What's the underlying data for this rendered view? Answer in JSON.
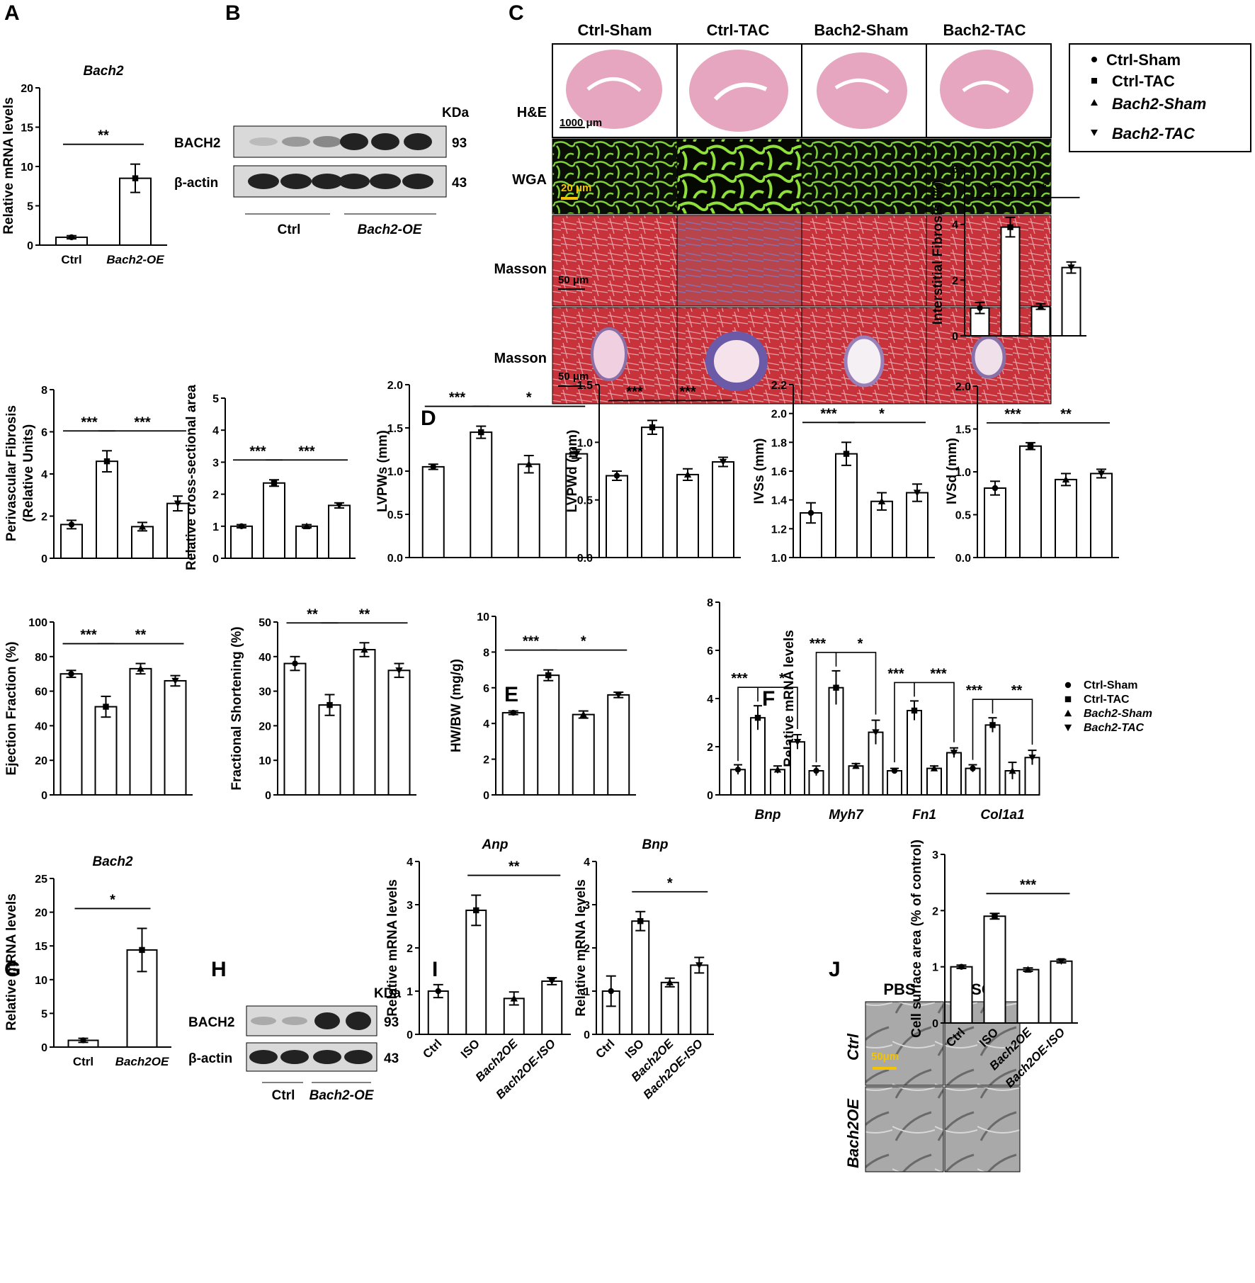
{
  "panels": {
    "A": "A",
    "B": "B",
    "C": "C",
    "D": "D",
    "E": "E",
    "F": "F",
    "G": "G",
    "H": "H",
    "I": "I",
    "J": "J"
  },
  "legend": {
    "items": [
      {
        "marker": "circle",
        "label": "Ctrl-Sham"
      },
      {
        "marker": "square",
        "label": "Ctrl-TAC"
      },
      {
        "marker": "triangle",
        "label": "Bach2-Sham"
      },
      {
        "marker": "triangle-down",
        "label": "Bach2-TAC"
      }
    ]
  },
  "blot_b": {
    "kda": "KDa",
    "rows": [
      "BACH2",
      "β-actin"
    ],
    "sizes": [
      "93",
      "43"
    ],
    "groups": [
      "Ctrl",
      "Bach2-OE"
    ]
  },
  "blot_h": {
    "kda": "KDa",
    "rows": [
      "BACH2",
      "β-actin"
    ],
    "sizes": [
      "93",
      "43"
    ],
    "groups": [
      "Ctrl",
      "Bach2-OE"
    ]
  },
  "histology_c": {
    "columns": [
      "Ctrl-Sham",
      "Ctrl-TAC",
      "Bach2-Sham",
      "Bach2-TAC"
    ],
    "rows": [
      "H&E",
      "WGA",
      "Masson",
      "Masson"
    ],
    "scale_bars": [
      "1000 μm",
      "20 μm",
      "50 μm",
      "50 μm"
    ]
  },
  "micro_j": {
    "columns": [
      "PBS",
      "ISO"
    ],
    "rows": [
      "Ctrl",
      "Bach2OE"
    ],
    "scale_bar": "50μm"
  },
  "chart_data": [
    {
      "id": "A",
      "type": "bar",
      "title": "Bach2",
      "ylabel": "Relative mRNA levels",
      "categories": [
        "Ctrl",
        "Bach2-OE"
      ],
      "ylim": [
        0,
        20
      ],
      "yticks": [
        0,
        5,
        10,
        15,
        20
      ],
      "values": [
        1.0,
        8.5
      ],
      "sem": [
        0.2,
        1.8
      ],
      "sig": [
        {
          "from": 0,
          "to": 1,
          "label": "**"
        }
      ]
    },
    {
      "id": "C-fib",
      "type": "bar",
      "ylabel": "Interstitial Fibrosis (%)",
      "categories": [
        "Ctrl-Sham",
        "Ctrl-TAC",
        "Bach2-Sham",
        "Bach2-TAC"
      ],
      "ylim": [
        0,
        6
      ],
      "yticks": [
        0,
        2,
        4,
        6
      ],
      "values": [
        1.0,
        3.9,
        1.05,
        2.45
      ],
      "sem": [
        0.2,
        0.35,
        0.1,
        0.2
      ],
      "sig": [
        {
          "from": 0,
          "to": 1,
          "label": "***"
        },
        {
          "from": 1,
          "to": 3,
          "label": "**"
        }
      ]
    },
    {
      "id": "peri",
      "type": "bar",
      "ylabel": "Perivascular Fibrosis (Relative Units)",
      "categories": [
        "Ctrl-Sham",
        "Ctrl-TAC",
        "Bach2-Sham",
        "Bach2-TAC"
      ],
      "ylim": [
        0,
        8
      ],
      "yticks": [
        0,
        2,
        4,
        6,
        8
      ],
      "values": [
        1.6,
        4.6,
        1.5,
        2.6
      ],
      "sem": [
        0.2,
        0.5,
        0.2,
        0.35
      ],
      "sig": [
        {
          "from": 0,
          "to": 1,
          "label": "***"
        },
        {
          "from": 1,
          "to": 3,
          "label": "***"
        }
      ]
    },
    {
      "id": "csa",
      "type": "bar",
      "ylabel": "Relative cross-sectional area",
      "categories": [
        "Ctrl-Sham",
        "Ctrl-TAC",
        "Bach2-Sham",
        "Bach2-TAC"
      ],
      "ylim": [
        0,
        5
      ],
      "yticks": [
        0,
        1,
        2,
        3,
        4,
        5
      ],
      "values": [
        1.0,
        2.35,
        1.0,
        1.65
      ],
      "sem": [
        0.05,
        0.1,
        0.05,
        0.08
      ],
      "sig": [
        {
          "from": 0,
          "to": 1,
          "label": "***"
        },
        {
          "from": 1,
          "to": 3,
          "label": "***"
        }
      ]
    },
    {
      "id": "LVPWs",
      "type": "bar",
      "ylabel": "LVPWs (mm)",
      "categories": [
        "Ctrl-Sham",
        "Ctrl-TAC",
        "Bach2-Sham",
        "Bach2-TAC"
      ],
      "ylim": [
        0,
        2
      ],
      "yticks": [
        "0.0",
        "0.5",
        "1.0",
        "1.5",
        "2.0"
      ],
      "values": [
        1.05,
        1.45,
        1.08,
        1.2
      ],
      "sem": [
        0.03,
        0.07,
        0.1,
        0.05
      ],
      "sig": [
        {
          "from": 0,
          "to": 1,
          "label": "***"
        },
        {
          "from": 1,
          "to": 3,
          "label": "*"
        }
      ]
    },
    {
      "id": "LVPWd",
      "type": "bar",
      "ylabel": "LVPWd (mm)",
      "categories": [
        "Ctrl-Sham",
        "Ctrl-TAC",
        "Bach2-Sham",
        "Bach2-TAC"
      ],
      "ylim": [
        0,
        1.5
      ],
      "yticks": [
        "0.0",
        "0.5",
        "1.0",
        "1.5"
      ],
      "values": [
        0.71,
        1.13,
        0.72,
        0.83
      ],
      "sem": [
        0.04,
        0.06,
        0.05,
        0.04
      ],
      "sig": [
        {
          "from": 0,
          "to": 1,
          "label": "***"
        },
        {
          "from": 1,
          "to": 3,
          "label": "***"
        }
      ]
    },
    {
      "id": "IVSs",
      "type": "bar",
      "ylabel": "IVSs (mm)",
      "categories": [
        "Ctrl-Sham",
        "Ctrl-TAC",
        "Bach2-Sham",
        "Bach2-TAC"
      ],
      "ylim": [
        1.0,
        2.2
      ],
      "yticks": [
        "1.0",
        "1.2",
        "1.4",
        "1.6",
        "1.8",
        "2.0",
        "2.2"
      ],
      "values": [
        1.31,
        1.72,
        1.39,
        1.45
      ],
      "sem": [
        0.07,
        0.08,
        0.06,
        0.06
      ],
      "sig": [
        {
          "from": 0,
          "to": 1,
          "label": "***"
        },
        {
          "from": 1,
          "to": 3,
          "label": "*"
        }
      ]
    },
    {
      "id": "IVSd",
      "type": "bar",
      "ylabel": "IVSd (mm)",
      "categories": [
        "Ctrl-Sham",
        "Ctrl-TAC",
        "Bach2-Sham",
        "Bach2-TAC"
      ],
      "ylim": [
        0,
        2
      ],
      "yticks": [
        "0.0",
        "0.5",
        "1.0",
        "1.5",
        "2.0"
      ],
      "values": [
        0.81,
        1.3,
        0.91,
        0.98
      ],
      "sem": [
        0.08,
        0.04,
        0.07,
        0.05
      ],
      "sig": [
        {
          "from": 0,
          "to": 1,
          "label": "***"
        },
        {
          "from": 1,
          "to": 3,
          "label": "**"
        }
      ]
    },
    {
      "id": "EF",
      "type": "bar",
      "ylabel": "Ejection Fraction (%)",
      "categories": [
        "Ctrl-Sham",
        "Ctrl-TAC",
        "Bach2-Sham",
        "Bach2-TAC"
      ],
      "ylim": [
        0,
        100
      ],
      "yticks": [
        0,
        20,
        40,
        60,
        80,
        100
      ],
      "values": [
        70,
        51,
        73,
        66
      ],
      "sem": [
        2,
        6,
        3,
        3
      ],
      "sig": [
        {
          "from": 0,
          "to": 1,
          "label": "***"
        },
        {
          "from": 1,
          "to": 3,
          "label": "**"
        }
      ]
    },
    {
      "id": "FS",
      "type": "bar",
      "ylabel": "Fractional Shortening (%)",
      "categories": [
        "Ctrl-Sham",
        "Ctrl-TAC",
        "Bach2-Sham",
        "Bach2-TAC"
      ],
      "ylim": [
        0,
        50
      ],
      "yticks": [
        0,
        10,
        20,
        30,
        40,
        50
      ],
      "values": [
        38,
        26,
        42,
        36
      ],
      "sem": [
        2,
        3,
        2,
        2
      ],
      "sig": [
        {
          "from": 0,
          "to": 1,
          "label": "**"
        },
        {
          "from": 1,
          "to": 3,
          "label": "**"
        }
      ]
    },
    {
      "id": "E",
      "type": "bar",
      "ylabel": "HW/BW (mg/g)",
      "categories": [
        "Ctrl-Sham",
        "Ctrl-TAC",
        "Bach2-Sham",
        "Bach2-TAC"
      ],
      "ylim": [
        0,
        10
      ],
      "yticks": [
        0,
        2,
        4,
        6,
        8,
        10
      ],
      "values": [
        4.6,
        6.7,
        4.5,
        5.6
      ],
      "sem": [
        0.1,
        0.3,
        0.2,
        0.15
      ],
      "sig": [
        {
          "from": 0,
          "to": 1,
          "label": "***"
        },
        {
          "from": 1,
          "to": 3,
          "label": "*"
        }
      ]
    },
    {
      "id": "F",
      "type": "bar",
      "ylabel": "Relative mRNA levels",
      "groups": [
        "Bnp",
        "Myh7",
        "Fn1",
        "Col1a1"
      ],
      "ylim": [
        0,
        8
      ],
      "yticks": [
        0,
        2,
        4,
        6,
        8
      ],
      "series": [
        {
          "name": "Ctrl-Sham",
          "values": [
            1.05,
            1.0,
            1.0,
            1.1
          ],
          "sem": [
            0.2,
            0.2,
            0.1,
            0.15
          ]
        },
        {
          "name": "Ctrl-TAC",
          "values": [
            3.2,
            4.45,
            3.5,
            2.9
          ],
          "sem": [
            0.5,
            0.7,
            0.4,
            0.3
          ]
        },
        {
          "name": "Bach2-Sham",
          "values": [
            1.05,
            1.2,
            1.1,
            1.0
          ],
          "sem": [
            0.15,
            0.1,
            0.1,
            0.35
          ]
        },
        {
          "name": "Bach2-TAC",
          "values": [
            2.2,
            2.6,
            1.75,
            1.55
          ],
          "sem": [
            0.3,
            0.5,
            0.2,
            0.3
          ]
        }
      ],
      "sig": [
        [
          "***",
          "*"
        ],
        [
          "***",
          "*"
        ],
        [
          "***",
          "***"
        ],
        [
          "***",
          "**"
        ]
      ]
    },
    {
      "id": "G",
      "type": "bar",
      "title": "Bach2",
      "ylabel": "Relative mRNA levels",
      "categories": [
        "Ctrl",
        "Bach2OE"
      ],
      "ylim": [
        0,
        25
      ],
      "yticks": [
        0,
        5,
        10,
        15,
        20,
        25
      ],
      "values": [
        1.0,
        14.4
      ],
      "sem": [
        0.3,
        3.2
      ],
      "sig": [
        {
          "from": 0,
          "to": 1,
          "label": "*"
        }
      ]
    },
    {
      "id": "I-anp",
      "type": "bar",
      "title": "Anp",
      "ylabel": "Relative mRNA levels",
      "categories": [
        "Ctrl",
        "ISO",
        "Bach2OE",
        "Bach2OE-ISO"
      ],
      "ylim": [
        0,
        4
      ],
      "yticks": [
        0,
        1,
        2,
        3,
        4
      ],
      "values": [
        1.0,
        2.87,
        0.83,
        1.23
      ],
      "sem": [
        0.15,
        0.35,
        0.15,
        0.08
      ],
      "sig": [
        {
          "from": 1,
          "to": 3,
          "label": "**"
        }
      ]
    },
    {
      "id": "I-bnp",
      "type": "bar",
      "title": "Bnp",
      "ylabel": "Relative mRNA levels",
      "categories": [
        "Ctrl",
        "ISO",
        "Bach2OE",
        "Bach2OE-ISO"
      ],
      "ylim": [
        0,
        4
      ],
      "yticks": [
        0,
        1,
        2,
        3,
        4
      ],
      "values": [
        1.0,
        2.62,
        1.2,
        1.6
      ],
      "sem": [
        0.35,
        0.22,
        0.1,
        0.18
      ],
      "sig": [
        {
          "from": 1,
          "to": 3,
          "label": "*"
        }
      ]
    },
    {
      "id": "J",
      "type": "bar",
      "ylabel": "Cell surface area (% of control)",
      "categories": [
        "Ctrl",
        "ISO",
        "Bach2OE",
        "Bach2OE-ISO"
      ],
      "ylim": [
        0,
        3
      ],
      "yticks": [
        0,
        1,
        2,
        3
      ],
      "values": [
        1.0,
        1.9,
        0.95,
        1.1
      ],
      "sem": [
        0.03,
        0.05,
        0.03,
        0.03
      ],
      "sig": [
        {
          "from": 1,
          "to": 3,
          "label": "***"
        }
      ]
    }
  ]
}
